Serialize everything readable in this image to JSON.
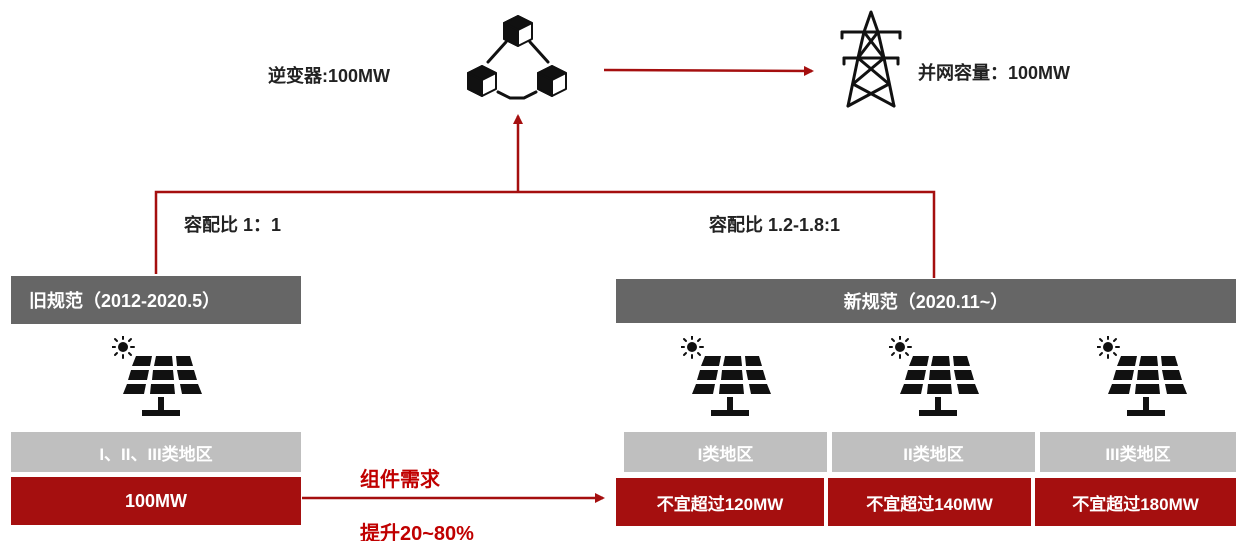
{
  "inverter": {
    "label": "逆变器:100MW"
  },
  "grid": {
    "label": "并网容量：100MW"
  },
  "ratios": {
    "old": "容配比 1：1",
    "new": "容配比 1.2-1.8:1"
  },
  "old_spec": {
    "title": "旧规范（2012-2020.5）",
    "region": "I、II、III类地区",
    "capacity": "100MW"
  },
  "demand": {
    "line1": "组件需求",
    "line2": "提升20~80%"
  },
  "new_spec": {
    "title": "新规范（2020.11~）",
    "columns": [
      {
        "region": "I类地区",
        "capacity": "不宜超过120MW"
      },
      {
        "region": "II类地区",
        "capacity": "不宜超过140MW"
      },
      {
        "region": "III类地区",
        "capacity": "不宜超过180MW"
      }
    ]
  },
  "colors": {
    "accent": "#a50f0f",
    "dark_header": "#666666",
    "light_header": "#bfbfbf"
  },
  "icons": [
    "inverter-blocks-icon",
    "power-tower-icon",
    "solar-panel-icon"
  ]
}
